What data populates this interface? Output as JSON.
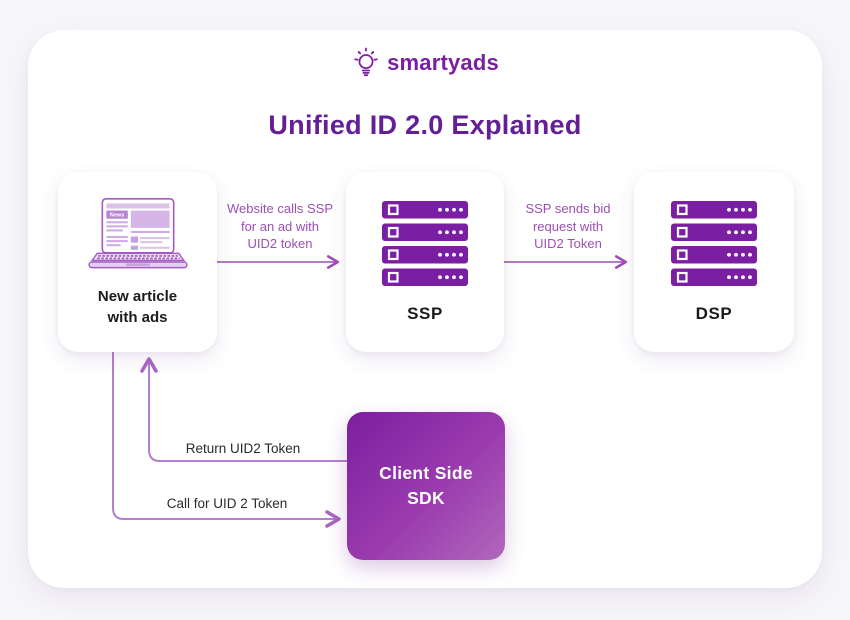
{
  "brand": {
    "name": "smartyads",
    "icon": "lightbulb-icon",
    "color": "#7b1fa2"
  },
  "title": "Unified ID 2.0 Explained",
  "nodes": {
    "article": {
      "label": "New article\nwith ads",
      "screen_label": "News",
      "icon": "laptop-news-icon"
    },
    "ssp": {
      "label": "SSP",
      "icon": "server-stack-icon"
    },
    "dsp": {
      "label": "DSP",
      "icon": "server-stack-icon"
    },
    "sdk": {
      "label": "Client Side\nSDK"
    }
  },
  "flows": {
    "article_to_ssp": "Website calls SSP\nfor an ad with\nUID2 token",
    "ssp_to_dsp": "SSP sends bid\nrequest with\nUID2 Token",
    "sdk_to_article": "Return UID2 Token",
    "article_to_sdk": "Call for UID 2 Token"
  },
  "colors": {
    "accent": "#7b1fa2",
    "title": "#641f96",
    "flow_text": "#9d4fb3",
    "flow_arrow": "#9d4fb3",
    "connector_arrow": "#b37fd0",
    "dark_text": "#2b2b2b",
    "sdk_gradient_start": "#7c1fa0",
    "sdk_gradient_end": "#b168bc",
    "page_background": "#f7f6f9",
    "card_background": "#ffffff"
  }
}
